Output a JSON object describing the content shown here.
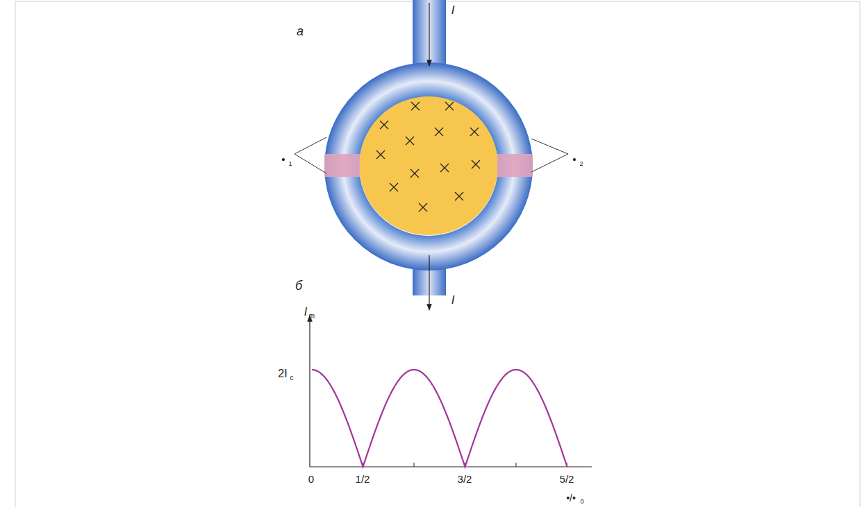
{
  "diagram": {
    "labels": [
      "а",
      "I",
      "•",
      "1",
      "•",
      "2",
      "I",
      "б",
      "I",
      "m",
      "2I",
      "c",
      "0",
      "1/2",
      "3/2",
      "5/2",
      "•/•",
      "0"
    ]
  }
}
